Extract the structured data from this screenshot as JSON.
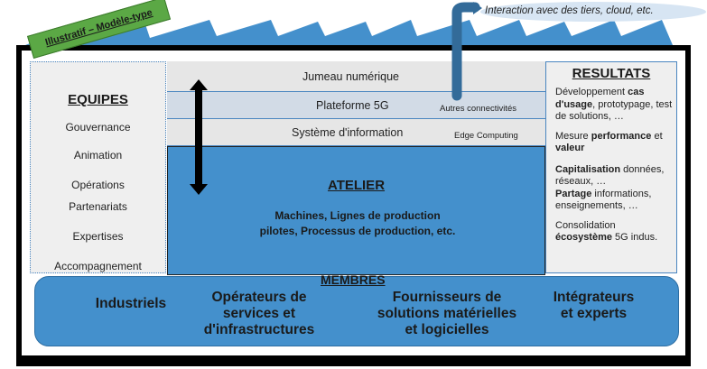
{
  "badge": {
    "label": "Illustratif – Modèle-type"
  },
  "external": {
    "label": "Interaction avec des tiers, cloud, etc."
  },
  "equipes": {
    "title": "EQUIPES",
    "items": [
      "Gouvernance",
      "Animation",
      "Opérations",
      "Partenariats",
      "Expertises",
      "Accompagnement"
    ]
  },
  "layers": {
    "jumeau": {
      "label": "Jumeau numérique"
    },
    "plateforme": {
      "label": "Plateforme 5G",
      "side": "Autres connectivités"
    },
    "systeme": {
      "label": "Système d'information",
      "side": "Edge Computing"
    }
  },
  "atelier": {
    "title": "ATELIER",
    "description": "Machines, Lignes de production pilotes, Processus de production, etc."
  },
  "resultats": {
    "title": "RESULTATS",
    "blocks": [
      {
        "segments": [
          {
            "text": "Développement ",
            "bold": false
          },
          {
            "text": "cas d'usage",
            "bold": true
          },
          {
            "text": ", prototypage, test de solutions, …",
            "bold": false
          }
        ]
      },
      {
        "segments": [
          {
            "text": "Mesure ",
            "bold": false
          },
          {
            "text": "performance",
            "bold": true
          },
          {
            "text": " et ",
            "bold": false
          },
          {
            "text": "valeur",
            "bold": true
          }
        ]
      },
      {
        "segments": [
          {
            "text": "Capitalisation",
            "bold": true
          },
          {
            "text": " données, réseaux, …",
            "bold": false
          }
        ]
      },
      {
        "segments": [
          {
            "text": "Partage",
            "bold": true
          },
          {
            "text": " informations, enseignements, …",
            "bold": false
          }
        ]
      },
      {
        "segments": [
          {
            "text": "Consolidation ",
            "bold": false
          },
          {
            "text": "écosystème",
            "bold": true
          },
          {
            "text": " 5G indus.",
            "bold": false
          }
        ]
      }
    ]
  },
  "membres": {
    "title": "MEMBRES",
    "items": [
      "Industriels",
      "Opérateurs de services et d'infrastructures",
      "Fournisseurs de solutions matérielles et logicielles",
      "Intégrateurs et experts"
    ]
  },
  "colors": {
    "roof_blue": "#4490cc",
    "pipe_blue": "#336b99",
    "badge_green": "#5ba845",
    "panel_grey": "#efefef",
    "layer_blue_grey": "#d2dbe6",
    "frame": "#000000"
  }
}
